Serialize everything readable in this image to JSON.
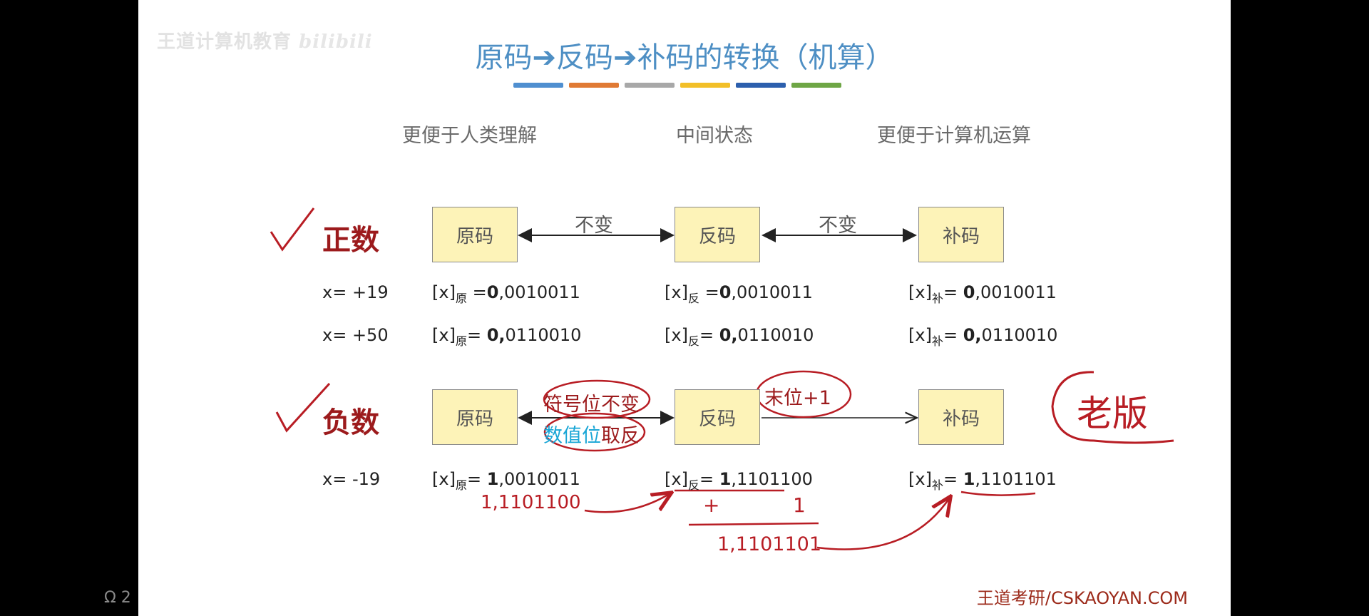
{
  "watermark": {
    "text": "王道计算机教育",
    "logo": "bilibili"
  },
  "title": "原码➔反码➔补码的转换（机算）",
  "title_bar_colors": [
    "#4f8fd0",
    "#e07a34",
    "#a8a8a8",
    "#f2bf28",
    "#2c5fad",
    "#6ea645"
  ],
  "headings": {
    "left": "更便于人类理解",
    "middle": "中间状态",
    "right": "更便于计算机运算"
  },
  "positive": {
    "label": "正数",
    "boxes": [
      "原码",
      "反码",
      "补码"
    ],
    "arrow1": "不变",
    "arrow2": "不变",
    "rows": [
      {
        "x": "x= +19",
        "orig_sub": "原",
        "orig_sep": "=",
        "orig_sign": "0",
        "orig_rest": ",0010011",
        "inv_sub": "反",
        "inv_sep": "=",
        "inv_sign": "0",
        "inv_rest": ",0010011",
        "comp_sub": "补",
        "comp_sep": "= ",
        "comp_sign": "0",
        "comp_rest": ",0010011"
      },
      {
        "x": "x= +50",
        "orig_sub": "原",
        "orig_sep": "= ",
        "orig_sign": "0,",
        "orig_rest": "0110010",
        "inv_sub": "反",
        "inv_sep": "= ",
        "inv_sign": "0,",
        "inv_rest": "0110010",
        "comp_sub": "补",
        "comp_sep": "= ",
        "comp_sign": "0,",
        "comp_rest": "0110010"
      }
    ]
  },
  "negative": {
    "label": "负数",
    "boxes": [
      "原码",
      "反码",
      "补码"
    ],
    "note_sign": "符号位不变",
    "note_value_a": "数值位",
    "note_value_b": "取反",
    "note_last": "末位+1",
    "row": {
      "x": "x= -19",
      "orig_sub": "原",
      "orig_sign": "1",
      "orig_rest": ",0010011",
      "inv_sub": "反",
      "inv_sign": "1",
      "inv_rest": ",1101100",
      "comp_sub": "补",
      "comp_sign": "1",
      "comp_rest": ",1101101"
    }
  },
  "handwriting": {
    "step1": "1,1101100",
    "plus": "+",
    "one": "1",
    "result": "1,1101101",
    "side_note": "老版"
  },
  "bracket": "[x]",
  "footer": "王道考研/CSKAOYAN.COM",
  "corner_text": "Ω 2"
}
